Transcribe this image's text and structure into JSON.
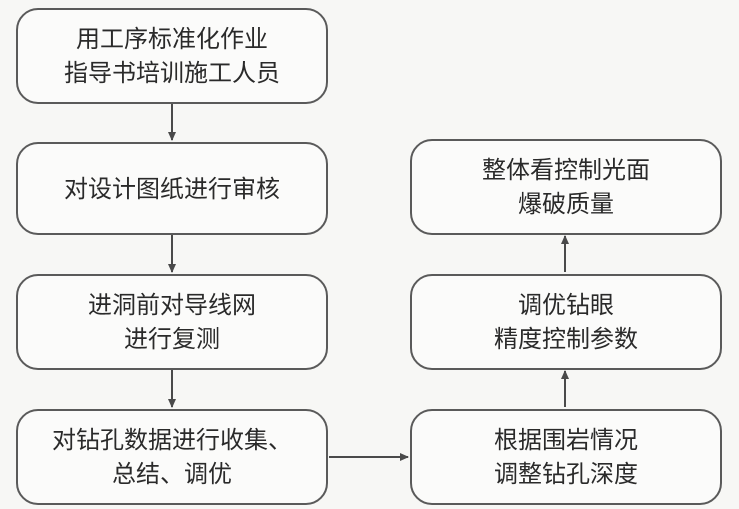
{
  "flowchart": {
    "steps": [
      {
        "id": "step1",
        "lines": [
          "用工序标准化作业",
          "指导书培训施工人员"
        ]
      },
      {
        "id": "step2",
        "lines": [
          "对设计图纸进行审核"
        ]
      },
      {
        "id": "step3",
        "lines": [
          "进洞前对导线网",
          "进行复测"
        ]
      },
      {
        "id": "step4",
        "lines": [
          "对钻孔数据进行收集、",
          "总结、调优"
        ]
      },
      {
        "id": "step5",
        "lines": [
          "根据围岩情况",
          "调整钻孔深度"
        ]
      },
      {
        "id": "step6",
        "lines": [
          "调优钻眼",
          "精度控制参数"
        ]
      },
      {
        "id": "step7",
        "lines": [
          "整体看控制光面",
          "爆破质量"
        ]
      }
    ],
    "arrows": [
      {
        "from": "step1",
        "to": "step2"
      },
      {
        "from": "step2",
        "to": "step3"
      },
      {
        "from": "step3",
        "to": "step4"
      },
      {
        "from": "step4",
        "to": "step5"
      },
      {
        "from": "step5",
        "to": "step6"
      },
      {
        "from": "step6",
        "to": "step7"
      }
    ]
  }
}
